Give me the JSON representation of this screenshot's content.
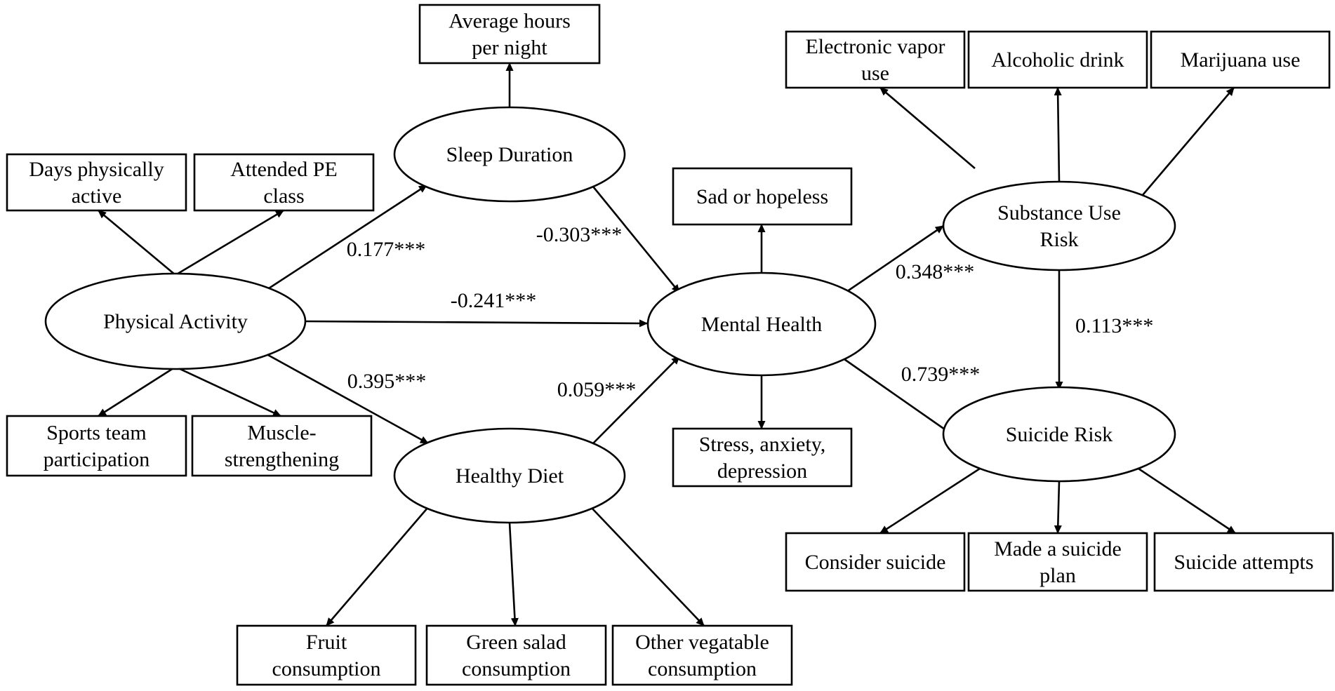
{
  "latent_factors": {
    "physical_activity": [
      "Physical Activity"
    ],
    "sleep_duration": [
      "Sleep Duration"
    ],
    "healthy_diet": [
      "Healthy Diet"
    ],
    "mental_health": [
      "Mental Health"
    ],
    "substance_use_risk": [
      "Substance Use",
      "Risk"
    ],
    "suicide_risk": [
      "Suicide Risk"
    ]
  },
  "indicators": {
    "days_physically_active": [
      "Days physically",
      "active"
    ],
    "attended_pe_class": [
      "Attended PE",
      "class"
    ],
    "sports_team_participation": [
      "Sports team",
      "participation"
    ],
    "muscle_strengthening": [
      "Muscle-",
      "strengthening"
    ],
    "average_hours_per_night": [
      "Average hours",
      "per night"
    ],
    "fruit_consumption": [
      "Fruit",
      "consumption"
    ],
    "green_salad_consumption": [
      "Green salad",
      "consumption"
    ],
    "other_vegetable_consumption": [
      "Other vegatable",
      "consumption"
    ],
    "sad_or_hopeless": [
      "Sad or hopeless"
    ],
    "stress_anxiety_depression": [
      "Stress, anxiety,",
      "depression"
    ],
    "electronic_vapor_use": [
      "Electronic vapor",
      "use"
    ],
    "alcoholic_drink": [
      "Alcoholic drink"
    ],
    "marijuana_use": [
      "Marijuana use"
    ],
    "consider_suicide": [
      "Consider suicide"
    ],
    "made_a_suicide_plan": [
      "Made a suicide",
      "plan"
    ],
    "suicide_attempts": [
      "Suicide attempts"
    ]
  },
  "structural_paths": [
    {
      "from": "physical_activity",
      "to": "sleep_duration",
      "coefficient": "0.177***"
    },
    {
      "from": "sleep_duration",
      "to": "mental_health",
      "coefficient": "-0.303***"
    },
    {
      "from": "physical_activity",
      "to": "mental_health",
      "coefficient": "-0.241***"
    },
    {
      "from": "physical_activity",
      "to": "healthy_diet",
      "coefficient": "0.395***"
    },
    {
      "from": "healthy_diet",
      "to": "mental_health",
      "coefficient": "0.059***"
    },
    {
      "from": "mental_health",
      "to": "substance_use_risk",
      "coefficient": "0.348***"
    },
    {
      "from": "mental_health",
      "to": "suicide_risk",
      "coefficient": "0.739***"
    },
    {
      "from": "substance_use_risk",
      "to": "suicide_risk",
      "coefficient": "0.113***"
    }
  ],
  "measurement_paths": [
    {
      "from": "physical_activity",
      "to": "days_physically_active"
    },
    {
      "from": "physical_activity",
      "to": "attended_pe_class"
    },
    {
      "from": "physical_activity",
      "to": "sports_team_participation"
    },
    {
      "from": "physical_activity",
      "to": "muscle_strengthening"
    },
    {
      "from": "sleep_duration",
      "to": "average_hours_per_night"
    },
    {
      "from": "healthy_diet",
      "to": "fruit_consumption"
    },
    {
      "from": "healthy_diet",
      "to": "green_salad_consumption"
    },
    {
      "from": "healthy_diet",
      "to": "other_vegetable_consumption"
    },
    {
      "from": "mental_health",
      "to": "sad_or_hopeless"
    },
    {
      "from": "mental_health",
      "to": "stress_anxiety_depression"
    },
    {
      "from": "substance_use_risk",
      "to": "electronic_vapor_use"
    },
    {
      "from": "substance_use_risk",
      "to": "alcoholic_drink"
    },
    {
      "from": "substance_use_risk",
      "to": "marijuana_use"
    },
    {
      "from": "suicide_risk",
      "to": "consider_suicide"
    },
    {
      "from": "suicide_risk",
      "to": "made_a_suicide_plan"
    },
    {
      "from": "suicide_risk",
      "to": "suicide_attempts"
    }
  ],
  "colors": {
    "stroke": "#000000",
    "fill": "#ffffff",
    "text": "#000000"
  }
}
